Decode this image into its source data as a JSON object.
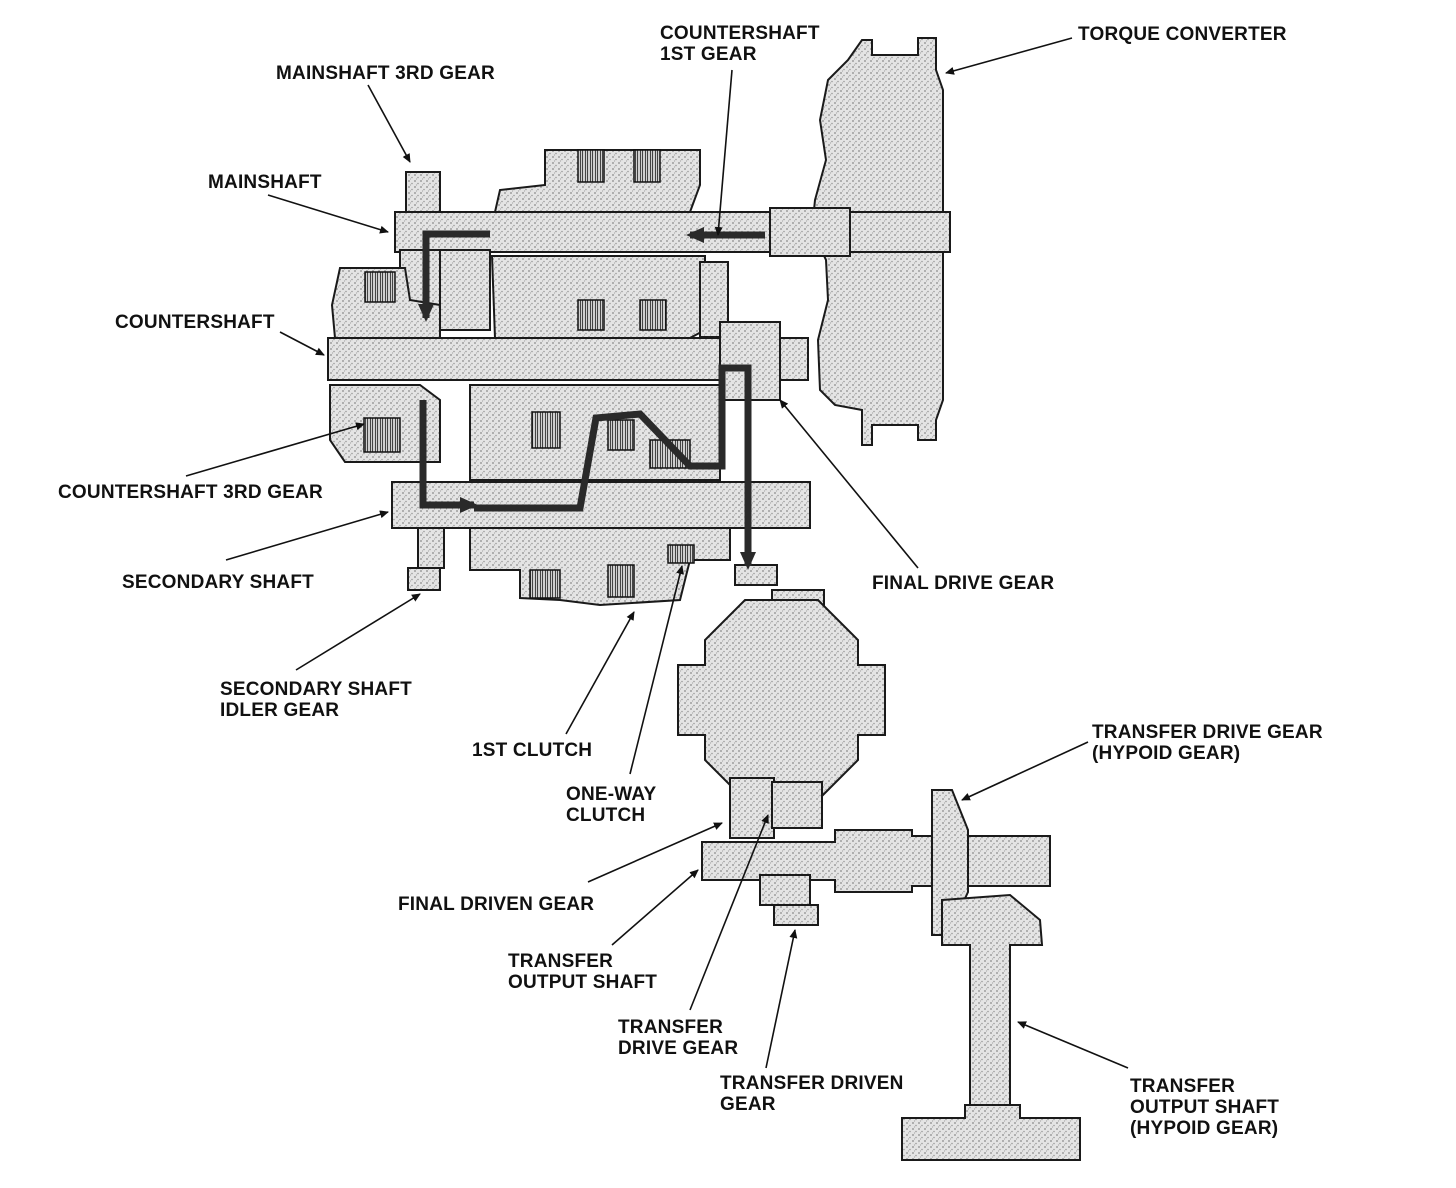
{
  "labels": {
    "mainshaft_3rd_gear": "MAINSHAFT 3RD GEAR",
    "mainshaft": "MAINSHAFT",
    "countershaft": "COUNTERSHAFT",
    "countershaft_3rd_gear": "COUNTERSHAFT 3RD GEAR",
    "secondary_shaft": "SECONDARY SHAFT",
    "secondary_shaft_idler_gear_1": "SECONDARY SHAFT",
    "secondary_shaft_idler_gear_2": "IDLER GEAR",
    "countershaft_1st_gear_1": "COUNTERSHAFT",
    "countershaft_1st_gear_2": "1ST GEAR",
    "torque_converter": "TORQUE CONVERTER",
    "final_drive_gear": "FINAL DRIVE GEAR",
    "first_clutch": "1ST CLUTCH",
    "one_way_clutch_1": "ONE-WAY",
    "one_way_clutch_2": "CLUTCH",
    "final_driven_gear": "FINAL DRIVEN GEAR",
    "transfer_output_shaft_1": "TRANSFER",
    "transfer_output_shaft_2": "OUTPUT SHAFT",
    "transfer_drive_gear_1": "TRANSFER",
    "transfer_drive_gear_2": "DRIVE GEAR",
    "transfer_driven_gear_1": "TRANSFER DRIVEN",
    "transfer_driven_gear_2": "GEAR",
    "transfer_drive_gear_hypoid_1": "TRANSFER DRIVE GEAR",
    "transfer_drive_gear_hypoid_2": "(HYPOID GEAR)",
    "transfer_output_shaft_hypoid_1": "TRANSFER",
    "transfer_output_shaft_hypoid_2": "OUTPUT SHAFT",
    "transfer_output_shaft_hypoid_3": "(HYPOID GEAR)"
  }
}
